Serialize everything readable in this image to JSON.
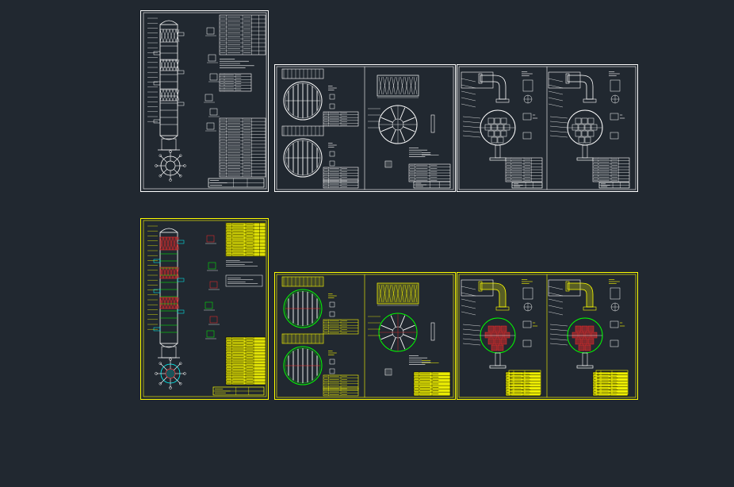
{
  "app": {
    "background_color": "#212830"
  },
  "colors": {
    "line_white": "#ffffff",
    "line_yellow": "#ffff00",
    "line_green": "#00ff00",
    "line_red": "#ff2a2a",
    "line_cyan": "#00ffff",
    "line_magenta": "#ff00ff"
  },
  "sheets": [
    {
      "id": "sheet-1",
      "variant": "monochrome",
      "type": "column-assembly"
    },
    {
      "id": "sheet-2",
      "variant": "monochrome",
      "type": "tray-details"
    },
    {
      "id": "sheet-3",
      "variant": "monochrome",
      "type": "nozzle-details"
    },
    {
      "id": "sheet-4",
      "variant": "color",
      "type": "column-assembly"
    },
    {
      "id": "sheet-5",
      "variant": "color",
      "type": "tray-details"
    },
    {
      "id": "sheet-6",
      "variant": "color",
      "type": "nozzle-details"
    }
  ]
}
